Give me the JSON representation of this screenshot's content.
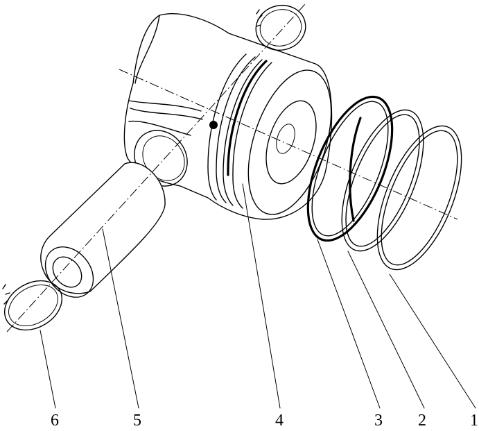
{
  "callouts": [
    {
      "id": "6",
      "label": "6"
    },
    {
      "id": "5",
      "label": "5"
    },
    {
      "id": "4",
      "label": "4"
    },
    {
      "id": "3",
      "label": "3"
    },
    {
      "id": "2",
      "label": "2"
    },
    {
      "id": "1",
      "label": "1"
    }
  ]
}
